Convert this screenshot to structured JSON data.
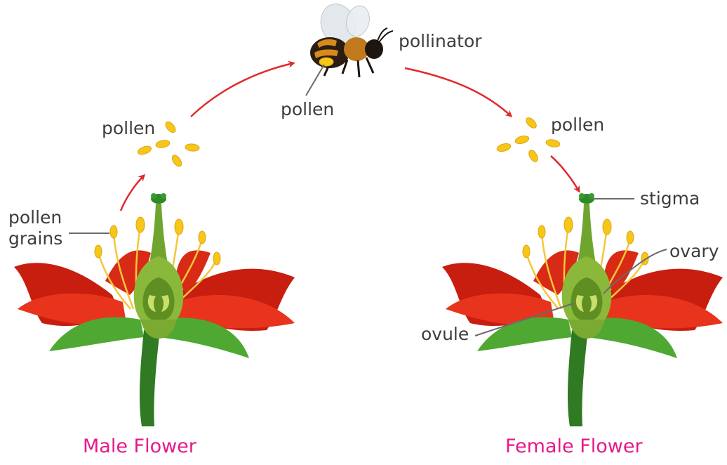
{
  "colors": {
    "caption": "#e6198a",
    "arrow": "#e02a2a",
    "label_text": "#3d3d3d",
    "leader_line": "#6b6b6b",
    "petal": "#e8341c",
    "petal_dark": "#b81a0e",
    "pistil": "#8ab83a",
    "stem": "#3f8f2a",
    "sepal": "#4fa832",
    "anther": "#f6c619",
    "filament": "#f2c83a"
  },
  "labels": {
    "pollinator": "pollinator",
    "pollen_bee": "pollen",
    "pollen_left": "pollen",
    "pollen_right": "pollen",
    "pollen_grains_line1": "pollen",
    "pollen_grains_line2": "grains",
    "stigma": "stigma",
    "ovary": "ovary",
    "ovule": "ovule"
  },
  "captions": {
    "male": "Male Flower",
    "female": "Female Flower"
  },
  "icons": {
    "bee": "bee-icon",
    "pollen_grain": "pollen-grain-icon",
    "flower": "flower-icon"
  }
}
